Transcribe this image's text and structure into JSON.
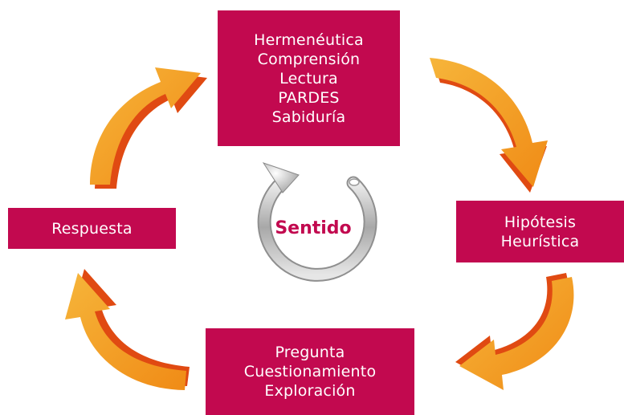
{
  "diagram": {
    "top_box": [
      "Hermenéutica",
      "Comprensión",
      "Lectura",
      "PARDES",
      "Sabiduría"
    ],
    "right_box": [
      "Hipótesis",
      "Heurística"
    ],
    "bottom_box": [
      "Pregunta",
      "Cuestionamiento",
      "Exploración"
    ],
    "left_box": [
      "Respuesta"
    ],
    "center_label": "Sentido"
  },
  "colors": {
    "box_fill": "#c2094f",
    "box_text": "#ffffff",
    "arrow_orange": "#f7a21d",
    "arrow_side": "#e04a12",
    "ring": "#b8b8b8"
  },
  "icons": {
    "cycle_arrows": "curved-arrow-icon",
    "center_ring": "circular-arrow-icon"
  }
}
